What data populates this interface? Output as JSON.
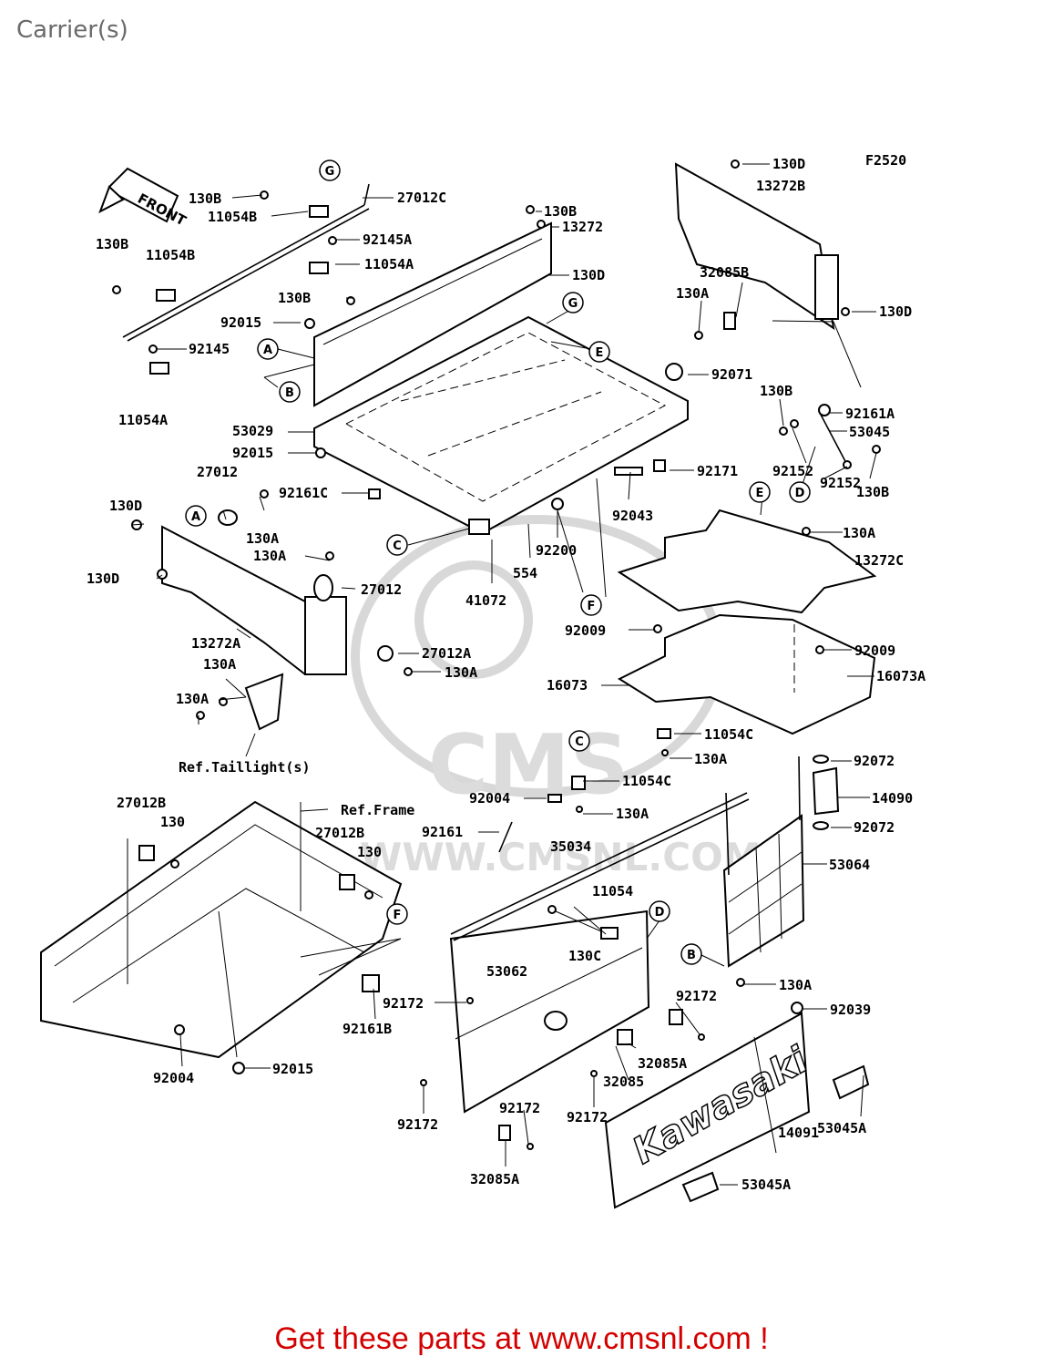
{
  "page": {
    "title": "Carrier(s)",
    "footer": "Get these parts at www.cmsnl.com !"
  },
  "diagram": {
    "figure_code": "F2520",
    "front_arrow": "FRONT",
    "watermark": "WWW.CMSNL.COM",
    "callouts": {
      "A": "A",
      "B": "B",
      "C": "C",
      "D": "D",
      "E": "E",
      "F": "F",
      "G": "G"
    },
    "refs": {
      "taillight": "Ref.Taillight(s)",
      "frame": "Ref.Frame"
    },
    "part_numbers": {
      "p130": "130",
      "p130A": "130A",
      "p130B": "130B",
      "p130C": "130C",
      "p130D": "130D",
      "p11054": "11054",
      "p11054A": "11054A",
      "p11054B": "11054B",
      "p11054C": "11054C",
      "p13272": "13272",
      "p13272A": "13272A",
      "p13272B": "13272B",
      "p13272C": "13272C",
      "p14090": "14090",
      "p14091": "14091",
      "p16073": "16073",
      "p16073A": "16073A",
      "p27012": "27012",
      "p27012A": "27012A",
      "p27012B": "27012B",
      "p27012C": "27012C",
      "p32085": "32085",
      "p32085A": "32085A",
      "p32085B": "32085B",
      "p35034": "35034",
      "p41072": "41072",
      "p53029": "53029",
      "p53045": "53045",
      "p53045A": "53045A",
      "p53062": "53062",
      "p53064": "53064",
      "p554": "554",
      "p92004": "92004",
      "p92009": "92009",
      "p92015": "92015",
      "p92039": "92039",
      "p92043": "92043",
      "p92071": "92071",
      "p92072": "92072",
      "p92145": "92145",
      "p92145A": "92145A",
      "p92152": "92152",
      "p92161": "92161",
      "p92161A": "92161A",
      "p92161B": "92161B",
      "p92161C": "92161C",
      "p92171": "92171",
      "p92172": "92172",
      "p92200": "92200"
    },
    "tailgate_brand": "Kawasaki"
  }
}
